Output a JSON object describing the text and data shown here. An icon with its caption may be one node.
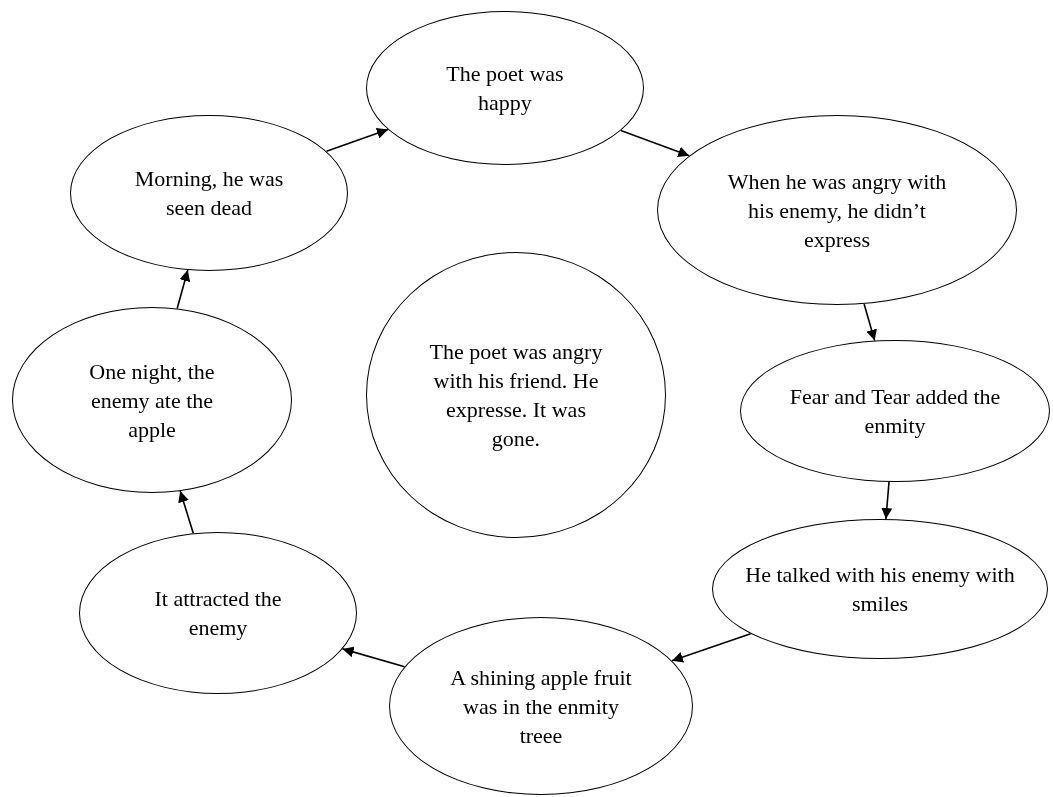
{
  "diagram": {
    "nodes": [
      {
        "text": [
          "The poet was happy"
        ]
      },
      {
        "text": [
          "When he was angry with his enemy, he didn’t express"
        ]
      },
      {
        "text": [
          "Fear and Tear added the enmity"
        ]
      },
      {
        "text": [
          "He talked with his enemy with smiles"
        ]
      },
      {
        "text": [
          "A shining apple fruit was in the enmity treee"
        ]
      },
      {
        "text": [
          "It attracted the enemy"
        ]
      },
      {
        "text": [
          "One night, the enemy ate the apple"
        ]
      },
      {
        "text": [
          "Morning, he was seen dead"
        ]
      },
      {
        "text": [
          "The poet was angry with his friend. He expresse. It was gone."
        ]
      }
    ],
    "edges": [
      {
        "from": 0,
        "to": 1,
        "arrow": "to"
      },
      {
        "from": 1,
        "to": 2,
        "arrow": "to"
      },
      {
        "from": 2,
        "to": 3,
        "arrow": "to"
      },
      {
        "from": 3,
        "to": 4,
        "arrow": "to"
      },
      {
        "from": 4,
        "to": 5,
        "arrow": "to"
      },
      {
        "from": 5,
        "to": 6,
        "arrow": "to"
      },
      {
        "from": 6,
        "to": 7,
        "arrow": "to"
      },
      {
        "from": 7,
        "to": 0,
        "arrow": "to"
      }
    ]
  }
}
